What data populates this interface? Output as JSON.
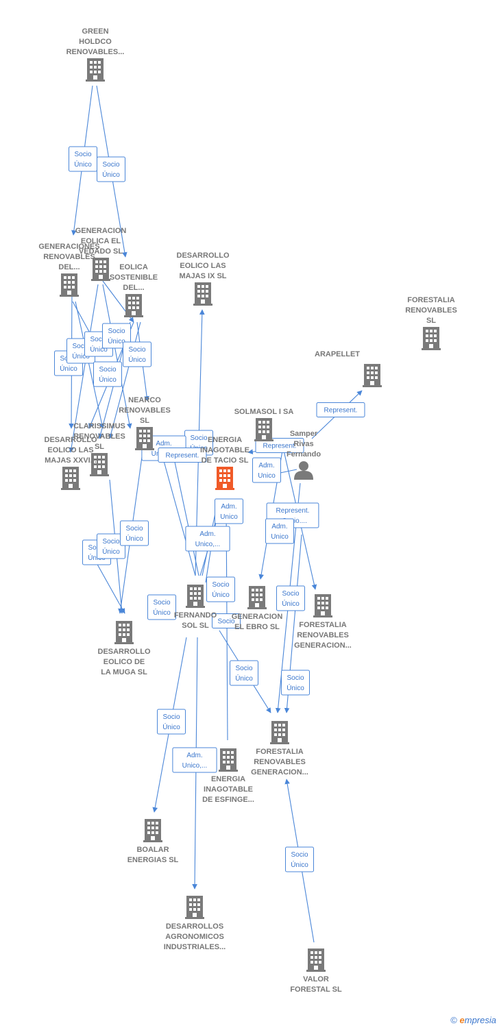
{
  "nodes": [
    {
      "id": "green",
      "label": [
        "GREEN",
        "HOLDCO",
        "RENOVABLES..."
      ],
      "type": "company"
    },
    {
      "id": "gen_ren",
      "label": [
        "GENERACIONES",
        "RENOVABLES",
        "DEL..."
      ],
      "type": "company"
    },
    {
      "id": "gen_eol",
      "label": [
        "GENERACION",
        "EOLICA EL",
        "VEDADO SL"
      ],
      "type": "company"
    },
    {
      "id": "eol_sost",
      "label": [
        "EOLICA",
        "SOSTENIBLE",
        "DEL..."
      ],
      "type": "company"
    },
    {
      "id": "majas9",
      "label": [
        "DESARROLLO",
        "EOLICO LAS",
        "MAJAS IX  SL"
      ],
      "type": "company"
    },
    {
      "id": "fore_top",
      "label": [
        "FORESTALIA",
        "RENOVABLES",
        "SL"
      ],
      "type": "company"
    },
    {
      "id": "arapellet",
      "label": [
        "ARAPELLET"
      ],
      "type": "company"
    },
    {
      "id": "nearco",
      "label": [
        "NEARCO",
        "RENOVABLES",
        "SL"
      ],
      "type": "company"
    },
    {
      "id": "clarissimus",
      "label": [
        "CLARISSIMUS",
        "RENOVABLES",
        "SL"
      ],
      "type": "company"
    },
    {
      "id": "majas27",
      "label": [
        "DESARROLLO",
        "EOLICO LAS",
        "MAJAS XXVI..."
      ],
      "type": "company"
    },
    {
      "id": "solmasol",
      "label": [
        "SOLMASOL I SA"
      ],
      "type": "company"
    },
    {
      "id": "samper",
      "label": [
        "Samper",
        "Rivas",
        "Fernando"
      ],
      "type": "person"
    },
    {
      "id": "main",
      "label": [
        "ENERGIA",
        "INAGOTABLE",
        "DE TACIO  SL"
      ],
      "type": "main"
    },
    {
      "id": "fernando_sol",
      "label": [
        "FERNANDO",
        "SOL SL"
      ],
      "type": "company"
    },
    {
      "id": "gen_ebro",
      "label": [
        "GENERACION",
        "EL EBRO  SL"
      ],
      "type": "company"
    },
    {
      "id": "fore_gen1",
      "label": [
        "FORESTALIA",
        "RENOVABLES",
        "GENERACION..."
      ],
      "type": "company"
    },
    {
      "id": "muga",
      "label": [
        "DESARROLLO",
        "EOLICO DE",
        "LA MUGA SL"
      ],
      "type": "company"
    },
    {
      "id": "fore_gen2",
      "label": [
        "FORESTALIA",
        "RENOVABLES",
        "GENERACION..."
      ],
      "type": "company"
    },
    {
      "id": "esfinge",
      "label": [
        "ENERGIA",
        "INAGOTABLE",
        "DE ESFINGE..."
      ],
      "type": "company"
    },
    {
      "id": "boalar",
      "label": [
        "BOALAR",
        "ENERGIAS  SL"
      ],
      "type": "company"
    },
    {
      "id": "agro",
      "label": [
        "DESARROLLOS",
        "AGRONOMICOS",
        "INDUSTRIALES..."
      ],
      "type": "company"
    },
    {
      "id": "valor",
      "label": [
        "VALOR",
        "FORESTAL SL"
      ],
      "type": "company"
    }
  ],
  "edge_labels": [
    [
      "Socio",
      "Único"
    ],
    [
      "Socio",
      "Único"
    ],
    [
      "Socio",
      "Único"
    ],
    [
      "Socio",
      "Único"
    ],
    [
      "Socio",
      "Único"
    ],
    [
      "Socio",
      "Único"
    ],
    [
      "Socio",
      "Único"
    ],
    [
      "Socio",
      "Único"
    ],
    [
      "Socio",
      "Único"
    ],
    [
      "Socio",
      "Único"
    ],
    [
      "Socio",
      "Único"
    ],
    [
      "Socio",
      "Único"
    ],
    [
      "Adm.",
      "Unico,..."
    ],
    [
      "Represent."
    ],
    [
      "Represent."
    ],
    [
      "Represent."
    ],
    [
      "Adm.",
      "Unico"
    ],
    [
      "Adm.",
      "Unico"
    ],
    [
      "Adm.",
      "Unico,..."
    ],
    [
      "Socio",
      "Único"
    ],
    [
      "Socio"
    ],
    [
      "Represent.",
      ", Socio...."
    ],
    [
      "Adm.",
      "Unico"
    ],
    [
      "Socio",
      "Único"
    ],
    [
      "Socio",
      "Único"
    ],
    [
      "Socio",
      "Único"
    ],
    [
      "Socio",
      "Único"
    ],
    [
      "Adm.",
      "Unico,..."
    ],
    [
      "Socio",
      "Único"
    ],
    [
      "Socio",
      "Único"
    ],
    [
      "Socio",
      "Único"
    ],
    [
      "Socio",
      "Único"
    ]
  ],
  "footer": {
    "copyright": "©",
    "brand_e": "e",
    "brand_rest": "mpresia"
  },
  "colors": {
    "edge": "#4a86d8",
    "node": "#7a7a7a",
    "main": "#f05a28"
  }
}
